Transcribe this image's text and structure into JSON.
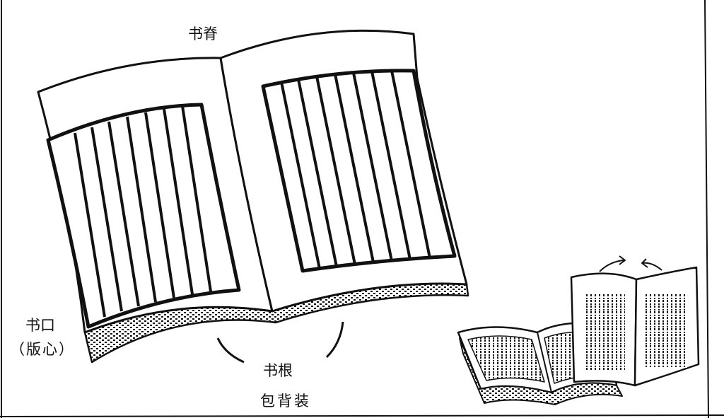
{
  "labels": {
    "spine": "书脊",
    "opening": "书口",
    "opening_sub": "（版心）",
    "root": "书根",
    "caption": "包背装"
  },
  "colors": {
    "ink": "#111111",
    "paper": "#ffffff"
  }
}
